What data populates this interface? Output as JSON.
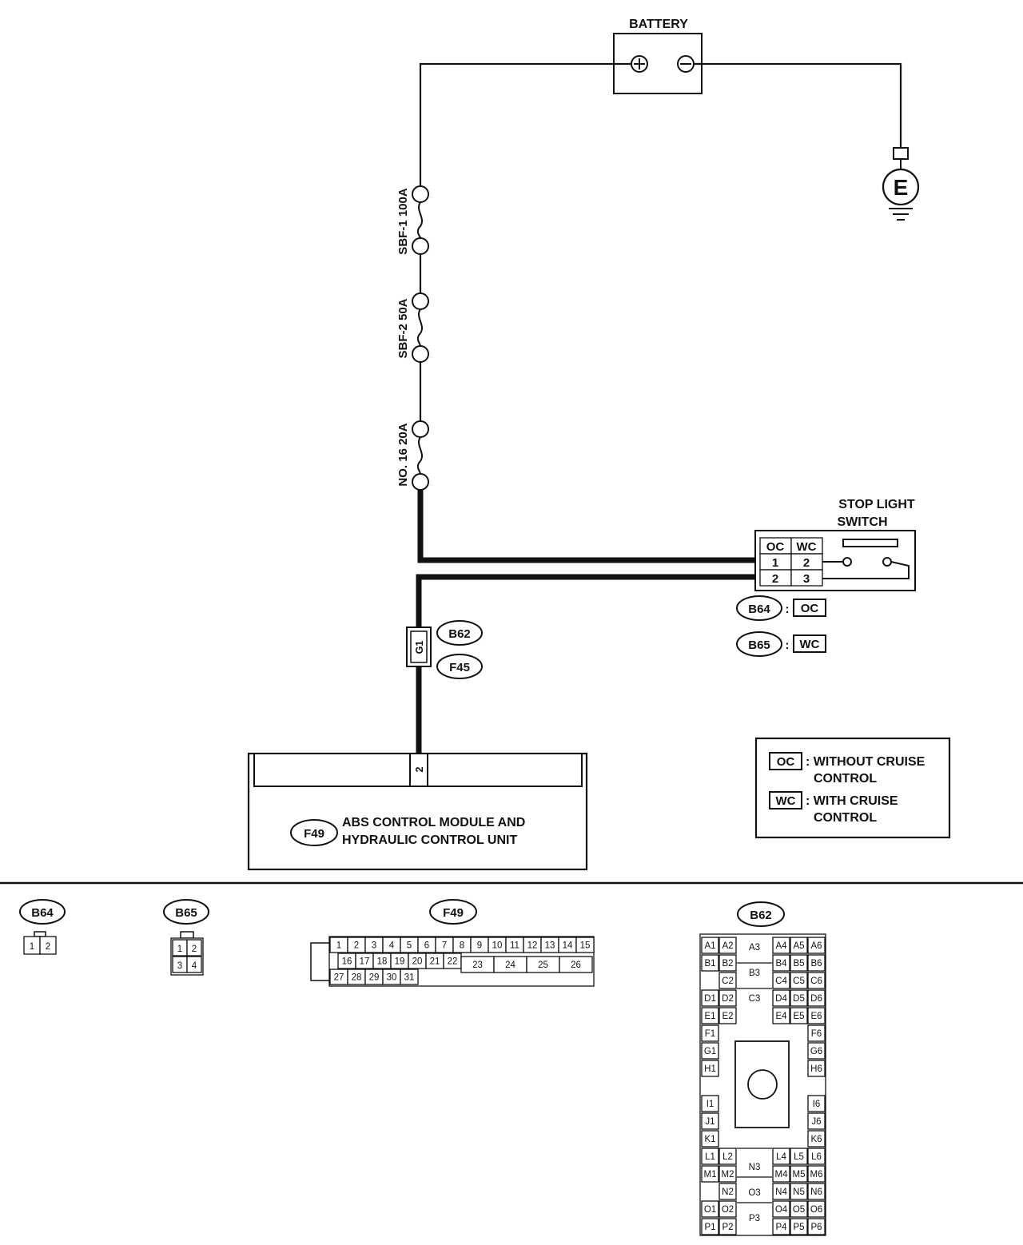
{
  "battery": {
    "label": "BATTERY",
    "pos_symbol": "⊕",
    "neg_symbol": "⊖"
  },
  "ground": {
    "label": "E"
  },
  "fuses": {
    "sbf1": "SBF-1 100A",
    "sbf2": "SBF-2 50A",
    "no16": "NO. 16 20A"
  },
  "stop_light_switch": {
    "label_line1": "STOP LIGHT",
    "label_line2": "SWITCH",
    "header_oc": "OC",
    "header_wc": "WC",
    "pins": {
      "oc_top": "1",
      "wc_top": "2",
      "oc_bottom": "2",
      "wc_bottom": "3"
    },
    "connector_b64": "B64",
    "connector_b65": "B65",
    "colon": ":",
    "tag_oc": "OC",
    "tag_wc": "WC"
  },
  "junction": {
    "pin": "G1",
    "connector_b62": "B62",
    "connector_f45": "F45"
  },
  "abs_unit": {
    "connector": "F49",
    "pin": "2",
    "label_line1": "ABS CONTROL MODULE AND",
    "label_line2": "HYDRAULIC CONTROL UNIT"
  },
  "legend": {
    "oc_tag": "OC",
    "oc_text_line1": ": WITHOUT CRUISE",
    "oc_text_line2": "CONTROL",
    "wc_tag": "WC",
    "wc_text_line1": ": WITH CRUISE",
    "wc_text_line2": "CONTROL"
  },
  "connector_views": {
    "b64": {
      "label": "B64",
      "pins": [
        "1",
        "2"
      ]
    },
    "b65": {
      "label": "B65",
      "pins": [
        "1",
        "2",
        "3",
        "4"
      ]
    },
    "f49": {
      "label": "F49",
      "row1": [
        "1",
        "2",
        "3",
        "4",
        "5",
        "6",
        "7",
        "8",
        "9",
        "10",
        "11",
        "12",
        "13",
        "14",
        "15"
      ],
      "row2": [
        "16",
        "17",
        "18",
        "19",
        "20",
        "21",
        "22"
      ],
      "row2_large": [
        "23",
        "24",
        "25",
        "26"
      ],
      "row3": [
        "27",
        "28",
        "29",
        "30",
        "31"
      ]
    },
    "b62": {
      "label": "B62",
      "left": [
        [
          "A1",
          "A2"
        ],
        [
          "B1",
          "B2"
        ],
        [
          "",
          "C2"
        ],
        [
          "D1",
          "D2"
        ],
        [
          "E1",
          "E2"
        ],
        [
          "F1",
          ""
        ],
        [
          "G1",
          ""
        ],
        [
          "H1",
          ""
        ],
        [
          "I1",
          ""
        ],
        [
          "J1",
          ""
        ],
        [
          "K1",
          ""
        ],
        [
          "L1",
          "L2"
        ],
        [
          "M1",
          "M2"
        ],
        [
          "",
          "N2"
        ],
        [
          "O1",
          "O2"
        ],
        [
          "P1",
          "P2"
        ]
      ],
      "right": [
        [
          "A4",
          "A5",
          "A6"
        ],
        [
          "B4",
          "B5",
          "B6"
        ],
        [
          "C4",
          "C5",
          "C6"
        ],
        [
          "D4",
          "D5",
          "D6"
        ],
        [
          "E4",
          "E5",
          "E6"
        ],
        [
          "",
          "",
          "F6"
        ],
        [
          "",
          "",
          "G6"
        ],
        [
          "",
          "",
          "H6"
        ],
        [
          "",
          "",
          "I6"
        ],
        [
          "",
          "",
          "J6"
        ],
        [
          "",
          "",
          "K6"
        ],
        [
          "L4",
          "L5",
          "L6"
        ],
        [
          "M4",
          "M5",
          "M6"
        ],
        [
          "N4",
          "N5",
          "N6"
        ],
        [
          "O4",
          "O5",
          "O6"
        ],
        [
          "P4",
          "P5",
          "P6"
        ]
      ],
      "middle_top": [
        "A3",
        "B3",
        "C3"
      ],
      "middle_bottom": [
        "N3",
        "O3",
        "P3"
      ]
    }
  }
}
